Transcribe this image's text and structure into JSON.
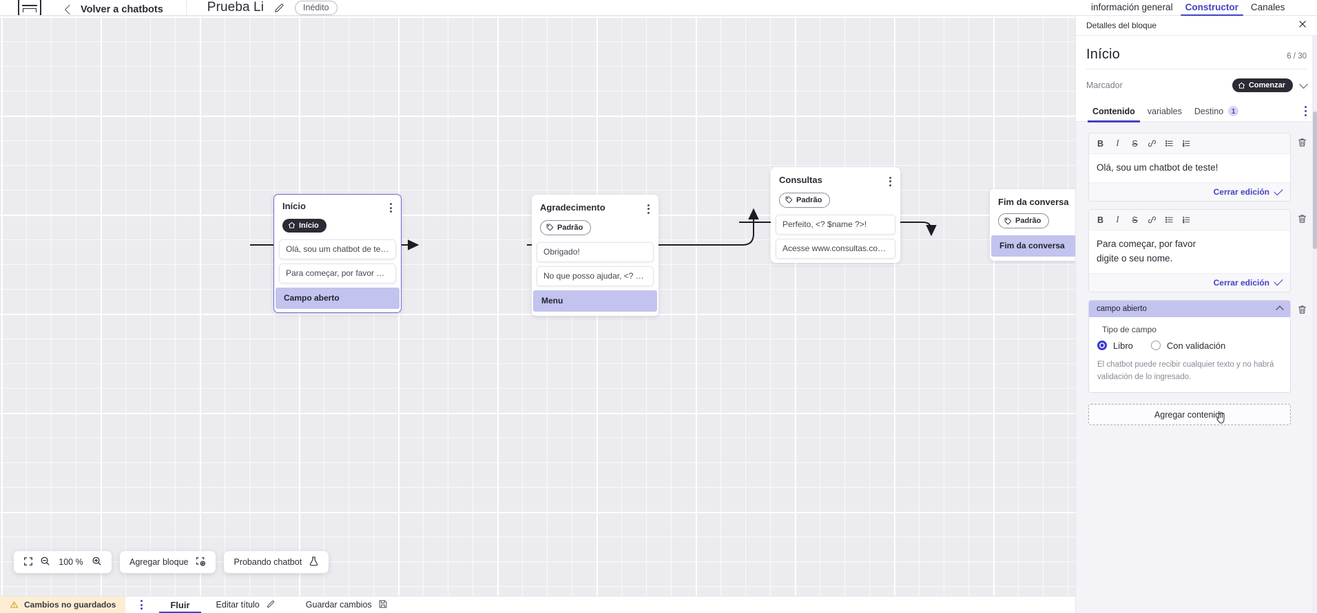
{
  "topbar": {
    "logo_name": "app-logo",
    "back_label": "Volver a chatbots",
    "bot_title": "Prueba Li",
    "status_badge": "Inédito",
    "tabs": [
      {
        "label": "información general",
        "active": false
      },
      {
        "label": "Constructor",
        "active": true
      },
      {
        "label": "Canales",
        "active": false
      }
    ]
  },
  "canvas": {
    "nodes": [
      {
        "title": "Início",
        "tag": "Início",
        "tag_style": "dark",
        "tag_icon": "home-icon",
        "selected": true,
        "items": [
          {
            "text": "Olá, sou um chatbot de teste!",
            "highlight": false
          },
          {
            "text": "Para começar, por favor digite o ...",
            "highlight": false
          },
          {
            "text": "Campo aberto",
            "highlight": true
          }
        ]
      },
      {
        "title": "Agradecimento",
        "tag": "Padrão",
        "tag_style": "light",
        "tag_icon": "tag-icon",
        "selected": false,
        "items": [
          {
            "text": "Obrigado!",
            "highlight": false
          },
          {
            "text": "No que posso ajudar, <? $name ...",
            "highlight": false
          },
          {
            "text": "Menu",
            "highlight": true
          }
        ]
      },
      {
        "title": "Consultas",
        "tag": "Padrão",
        "tag_style": "light",
        "tag_icon": "tag-icon",
        "selected": false,
        "items": [
          {
            "text": "Perfeito, <? $name ?>!",
            "highlight": false
          },
          {
            "text": "Acesse www.consultas.com par...",
            "highlight": false
          }
        ]
      },
      {
        "title": "Fim da conversa",
        "tag": "Padrão",
        "tag_style": "light",
        "tag_icon": "tag-icon",
        "selected": false,
        "items": [
          {
            "text": "Fim da conversa",
            "highlight": true
          }
        ]
      }
    ]
  },
  "tools": {
    "fit_icon": "fit-screen-icon",
    "zoom_out_icon": "zoom-out-icon",
    "zoom_level": "100 %",
    "zoom_in_icon": "zoom-in-icon",
    "add_block_label": "Agregar bloque",
    "add_block_icon": "add-block-icon",
    "test_bot_label": "Probando chatbot",
    "test_bot_icon": "flask-icon"
  },
  "statusbar": {
    "unsaved_label": "Cambios no guardados",
    "warning_icon": "warning-triangle-icon",
    "kebab_icon": "more-vertical-icon",
    "tabs": [
      {
        "label": "Fluir",
        "active": true
      }
    ],
    "actions": [
      {
        "label": "Editar título",
        "icon": "pencil-icon"
      },
      {
        "label": "Guardar cambios",
        "icon": "save-disk-icon"
      }
    ]
  },
  "panel": {
    "header_title": "Detalles del bloque",
    "close_icon": "close-icon",
    "block_title": "Início",
    "block_count": "6 / 30",
    "marker_label": "Marcador",
    "marker_value": "Comenzar",
    "marker_icon": "home-icon",
    "tabs": [
      {
        "label": "Contenido",
        "active": true,
        "badge": null
      },
      {
        "label": "variables",
        "active": false,
        "badge": null
      },
      {
        "label": "Destino",
        "active": false,
        "badge": "1"
      }
    ],
    "toolbar_buttons": [
      {
        "name": "bold-icon",
        "glyph": "B"
      },
      {
        "name": "italic-icon",
        "glyph": "I"
      },
      {
        "name": "strikethrough-icon",
        "glyph": "S"
      },
      {
        "name": "link-icon",
        "glyph": "⊘"
      },
      {
        "name": "bullet-list-icon",
        "glyph": "≡"
      },
      {
        "name": "numbered-list-icon",
        "glyph": "≣"
      }
    ],
    "editors": [
      {
        "text": "Olá, sou um chatbot de teste!",
        "close_label": "Cerrar edición"
      },
      {
        "text": "Para começar, por favor digite o seu nome.",
        "close_label": "Cerrar edición"
      }
    ],
    "field_block": {
      "header": "campo abierto",
      "legend": "Tipo de campo",
      "options": [
        {
          "label": "Libro",
          "selected": true
        },
        {
          "label": "Con validación",
          "selected": false
        }
      ],
      "help": "El chatbot puede recibir cualquier texto y no habrá validación de lo ingresado."
    },
    "add_content_label": "Agregar contenido"
  },
  "colors": {
    "accent": "#4341c4",
    "highlight": "#c3c3ef",
    "canvas_bg": "#ececf0",
    "warning_bg": "#fdeed3",
    "dark": "#2b2b35"
  }
}
